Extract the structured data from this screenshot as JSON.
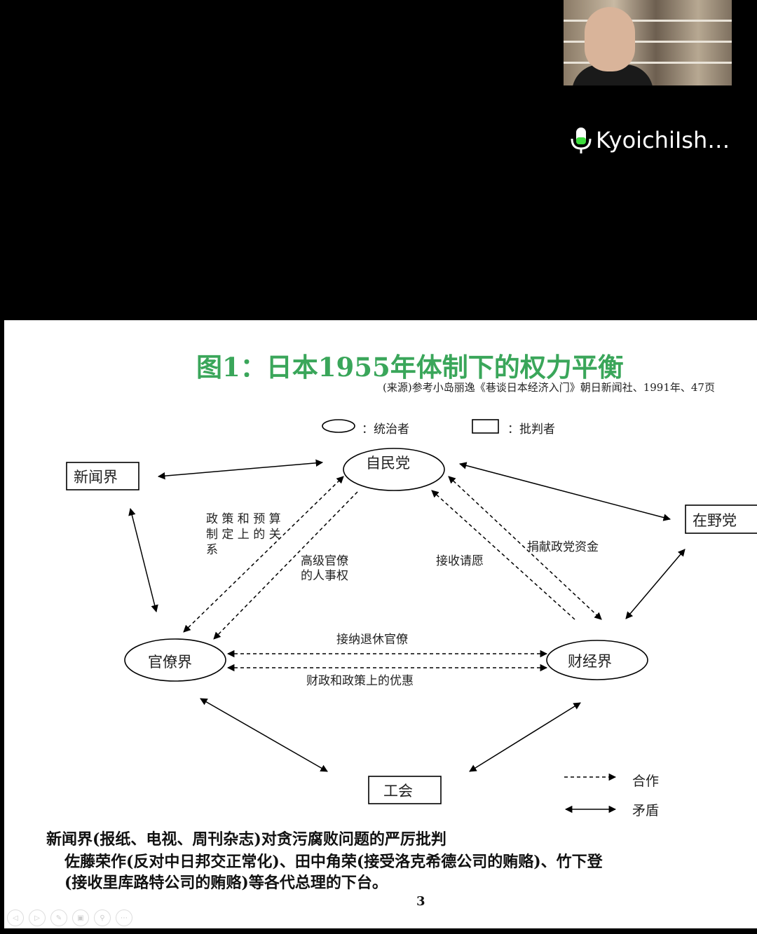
{
  "video": {
    "speaker_name": "KyoichiIsh…"
  },
  "slide": {
    "title": "图1：日本1955年体制下的权力平衡",
    "source": "(来源)参考小岛丽逸《巷谈日本经济入门》朝日新闻社、1991年、47页",
    "legend": {
      "ellipse_label": "：统治者",
      "rect_label": "：批判者",
      "dashed_label": "合作",
      "solid_label": "矛盾"
    },
    "nodes": {
      "ldp": "自民党",
      "press": "新闻界",
      "opposition": "在野党",
      "bureaucracy": "官僚界",
      "business": "财经界",
      "union": "工会"
    },
    "edge_labels": {
      "policy_budget": [
        "政 策 和 预 算",
        "制 定 上 的 关",
        "系"
      ],
      "personnel": [
        "高级官僚",
        "的人事权"
      ],
      "petition": "接收请愿",
      "donation": "捐献政党资金",
      "retired": "接纳退休官僚",
      "favors": "财政和政策上的优惠"
    },
    "footer": [
      "新闻界(报纸、电视、周刊杂志)对贪污腐败问题的严厉批判",
      "佐藤荣作(反对中日邦交正常化)、田中角荣(接受洛克希德公司的贿赂)、竹下登",
      "(接收里库路特公司的贿赂)等各代总理的下台。"
    ],
    "page_number": "3"
  },
  "controls": [
    "previous",
    "next",
    "pen",
    "slides",
    "zoom",
    "more"
  ]
}
